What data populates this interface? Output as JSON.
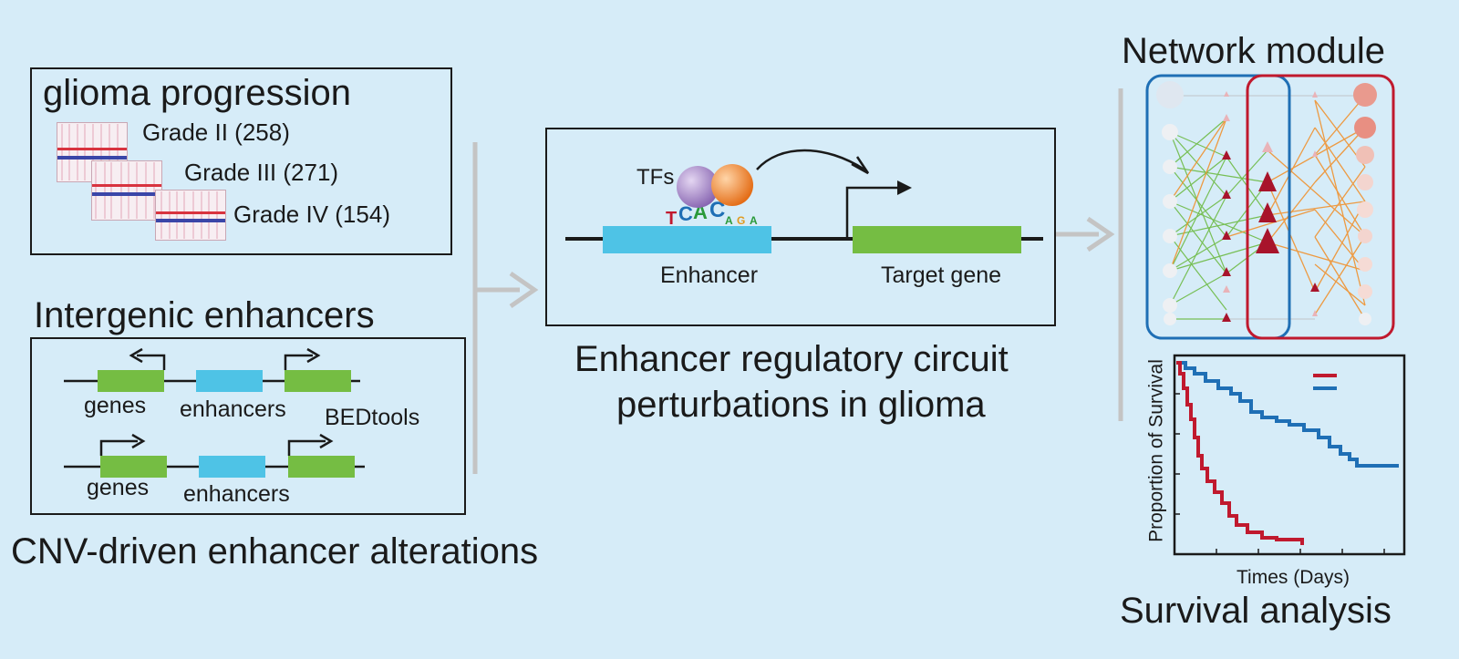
{
  "progression": {
    "title": "glioma progression",
    "grades": [
      "Grade II (258)",
      "Grade III (271)",
      "Grade IV (154)"
    ]
  },
  "intergenic": {
    "title": "Intergenic enhancers",
    "row1": {
      "genes": "genes",
      "enhancers": "enhancers",
      "tool": "BEDtools"
    },
    "row2": {
      "genes": "genes",
      "enhancers": "enhancers"
    }
  },
  "cnv_caption": "CNV-driven enhancer alterations",
  "circuit": {
    "tfs_label": "TFs",
    "motif": "TCAC",
    "enhancer_label": "Enhancer",
    "target_label": "Target gene",
    "caption_line1": "Enhancer regulatory circuit",
    "caption_line2": "perturbations in glioma"
  },
  "network": {
    "title": "Network module"
  },
  "survival": {
    "ylabel": "Proportion of Survival",
    "xlabel": "Times (Days)",
    "caption": "Survival analysis"
  },
  "colors": {
    "background": "#d6ecf8",
    "enhancer": "#4ec3e6",
    "gene": "#75bd43",
    "red": "#c0192e",
    "blue": "#1f6fb5",
    "tf_purple": "#9b7bbf",
    "tf_orange": "#ee7d22",
    "arrow_gray": "#c4c4c4"
  }
}
